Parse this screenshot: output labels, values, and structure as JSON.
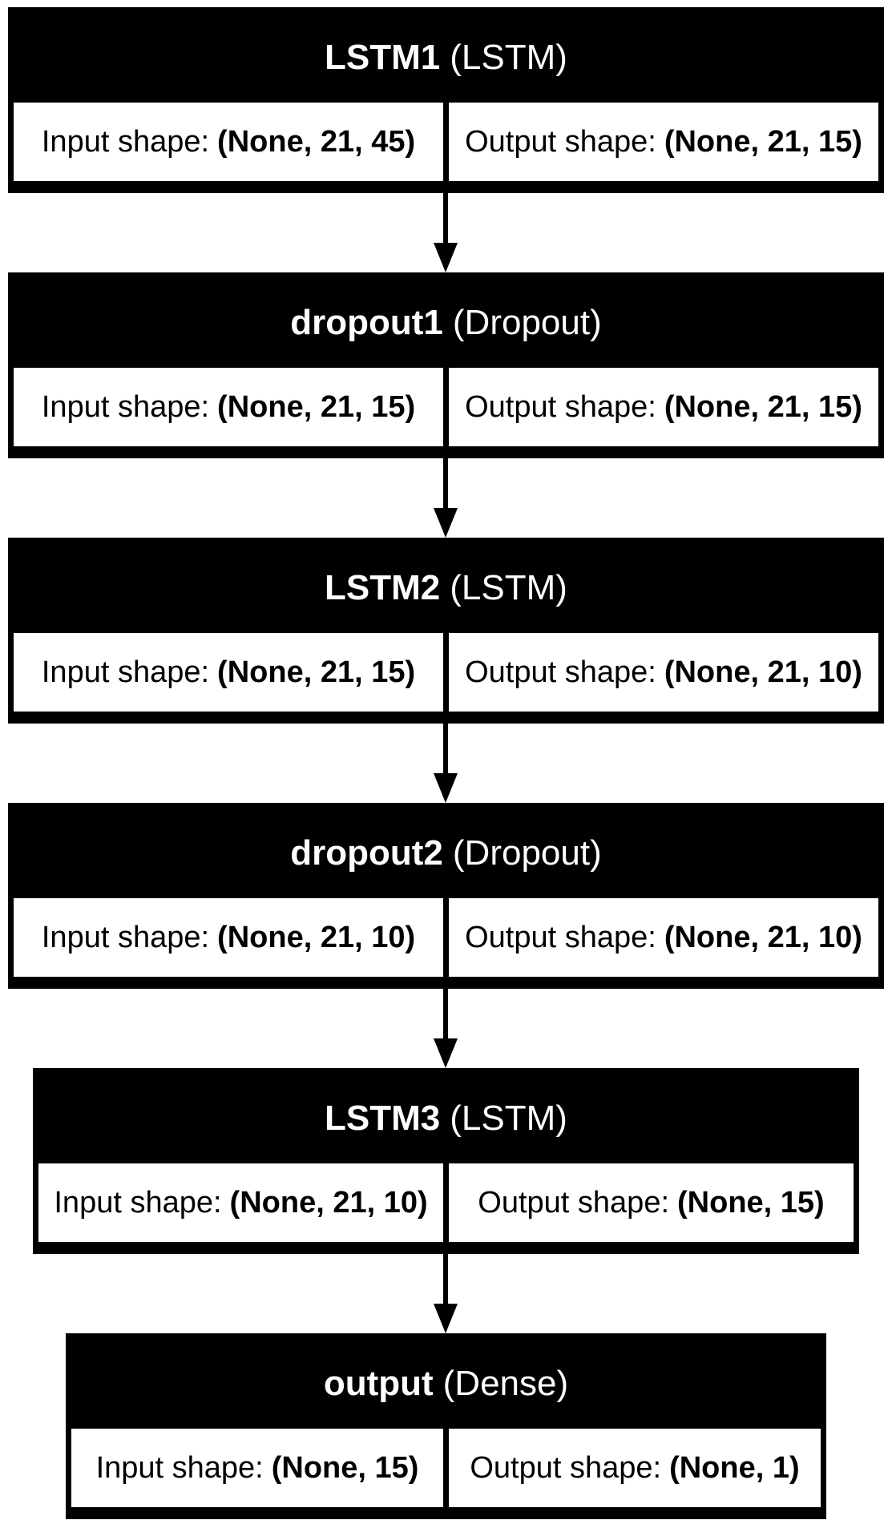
{
  "layers": [
    {
      "name": "LSTM1",
      "type": "(LSTM)",
      "input_label": "Input shape:",
      "input_shape": "(None, 21, 45)",
      "output_label": "Output shape:",
      "output_shape": "(None, 21, 15)"
    },
    {
      "name": "dropout1",
      "type": "(Dropout)",
      "input_label": "Input shape:",
      "input_shape": "(None, 21, 15)",
      "output_label": "Output shape:",
      "output_shape": "(None, 21, 15)"
    },
    {
      "name": "LSTM2",
      "type": "(LSTM)",
      "input_label": "Input shape:",
      "input_shape": "(None, 21, 15)",
      "output_label": "Output shape:",
      "output_shape": "(None, 21, 10)"
    },
    {
      "name": "dropout2",
      "type": "(Dropout)",
      "input_label": "Input shape:",
      "input_shape": "(None, 21, 10)",
      "output_label": "Output shape:",
      "output_shape": "(None, 21, 10)"
    },
    {
      "name": "LSTM3",
      "type": "(LSTM)",
      "input_label": "Input shape:",
      "input_shape": "(None, 21, 10)",
      "output_label": "Output shape:",
      "output_shape": "(None, 15)"
    },
    {
      "name": "output",
      "type": "(Dense)",
      "input_label": "Input shape:",
      "input_shape": "(None, 15)",
      "output_label": "Output shape:",
      "output_shape": "(None, 1)"
    }
  ]
}
